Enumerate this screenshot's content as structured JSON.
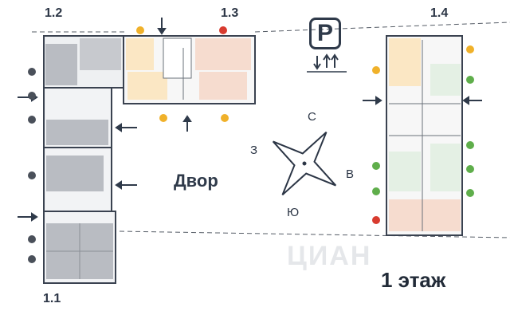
{
  "buildings": {
    "b11": "1.1",
    "b12": "1.2",
    "b13": "1.3",
    "b14": "1.4"
  },
  "courtyard": "Двор",
  "floor_label": "1 этаж",
  "parking_symbol": "P",
  "compass": {
    "north": "С",
    "south": "Ю",
    "east": "В",
    "west": "З"
  },
  "watermark": "ЦИАН",
  "colors": {
    "commercial": "#b9bcc2",
    "commercial_dark": "#a9acb3",
    "studio": "#fbe7c4",
    "one_room": "#f6dccf",
    "two_room": "#e4f0e4",
    "plan_line": "#3a4250",
    "badge_k": "#4a505a",
    "badge_studio": "#f0b12a",
    "badge_one": "#d83b2f",
    "badge_two": "#5fae4b"
  }
}
